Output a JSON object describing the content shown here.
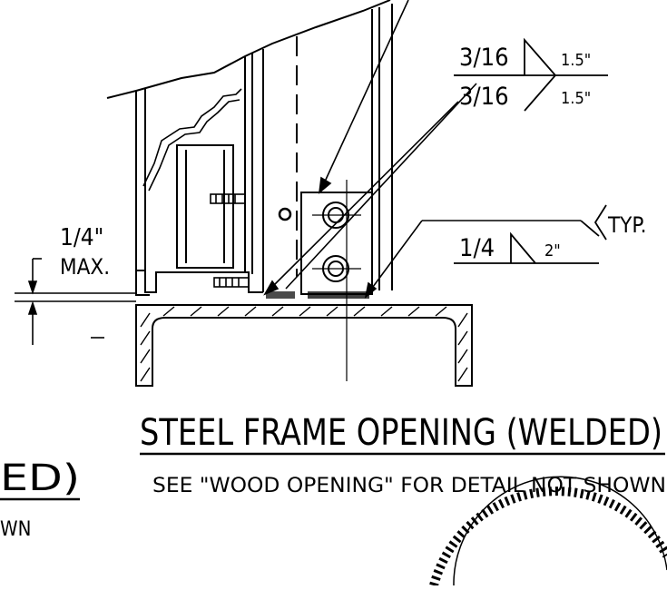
{
  "weld_top": {
    "size_upper": "3/16",
    "length_upper": "1.5\"",
    "size_lower": "3/16",
    "length_lower": "1.5\""
  },
  "weld_right": {
    "size": "1/4",
    "length": "2\"",
    "note": "TYP."
  },
  "dimension": {
    "value": "1/4\"",
    "label": "MAX."
  },
  "title": {
    "main": "STEEL FRAME OPENING (WELDED)",
    "subtitle": "SEE \"WOOD OPENING\" FOR DETAIL NOT SHOWN",
    "left_partial_main": "ED)",
    "left_partial_sub": "WN"
  }
}
